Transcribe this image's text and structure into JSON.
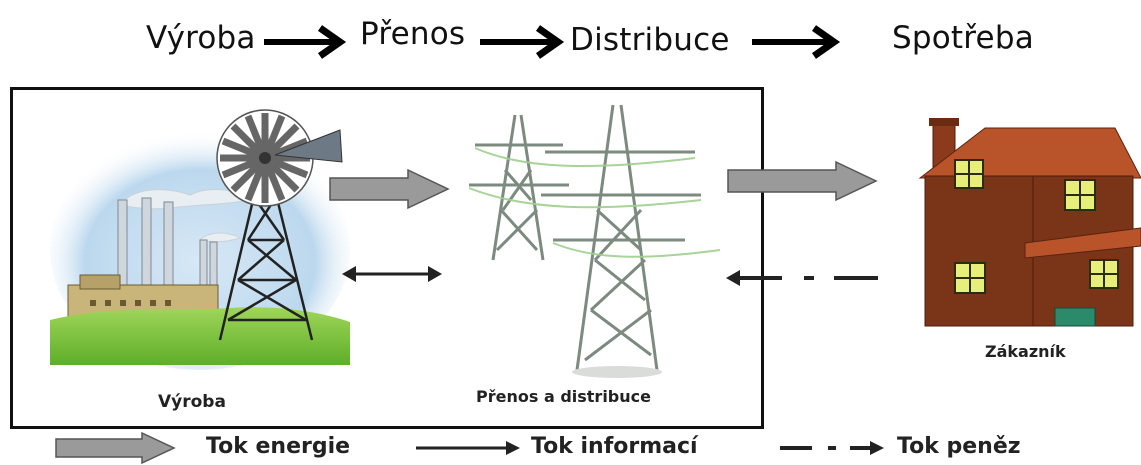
{
  "header": {
    "stages": [
      "Výroba",
      "Přenos",
      "Distribuce",
      "Spotřeba"
    ]
  },
  "diagram": {
    "production_label": "Výroba",
    "transmission_label": "Přenos a distribuce",
    "customer_label": "Zákazník"
  },
  "legend": {
    "energy_flow": "Tok energie",
    "information_flow": "Tok informací",
    "money_flow": "Tok peněz"
  },
  "colors": {
    "energy_arrow": "#9a9a9a",
    "house_wall": "#7a3418",
    "house_roof": "#b8532a",
    "grass": "#7cc23b",
    "sky": "#bcd8ee",
    "window": "#e8ee7a"
  }
}
